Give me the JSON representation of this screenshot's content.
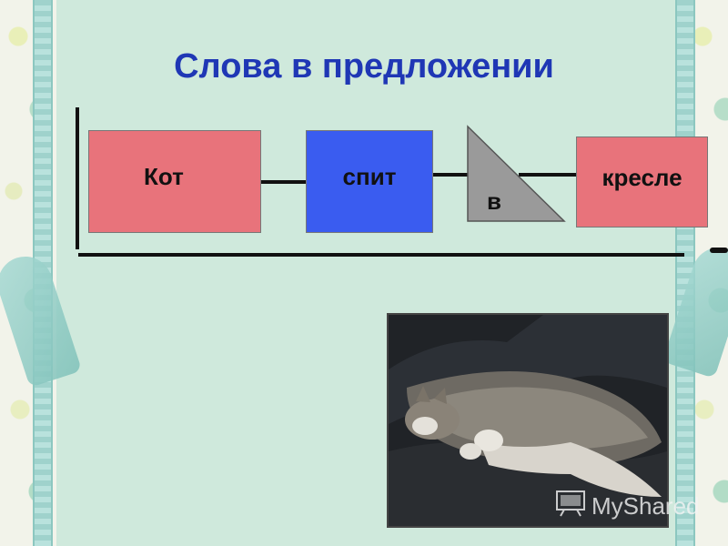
{
  "slide": {
    "title": "Слова в предложении",
    "words": {
      "subject": "Кот",
      "predicate": "спит",
      "preposition": "в",
      "object": "кресле"
    },
    "colors": {
      "title": "#1f37b5",
      "noun_box": "#e8737b",
      "verb_box": "#3a5cf0",
      "preposition_triangle": "#9a9a9a"
    },
    "photo": {
      "description_icon": "sleeping-cat-photo"
    },
    "watermark": {
      "text": "MyShared",
      "icon": "projector-icon"
    }
  }
}
